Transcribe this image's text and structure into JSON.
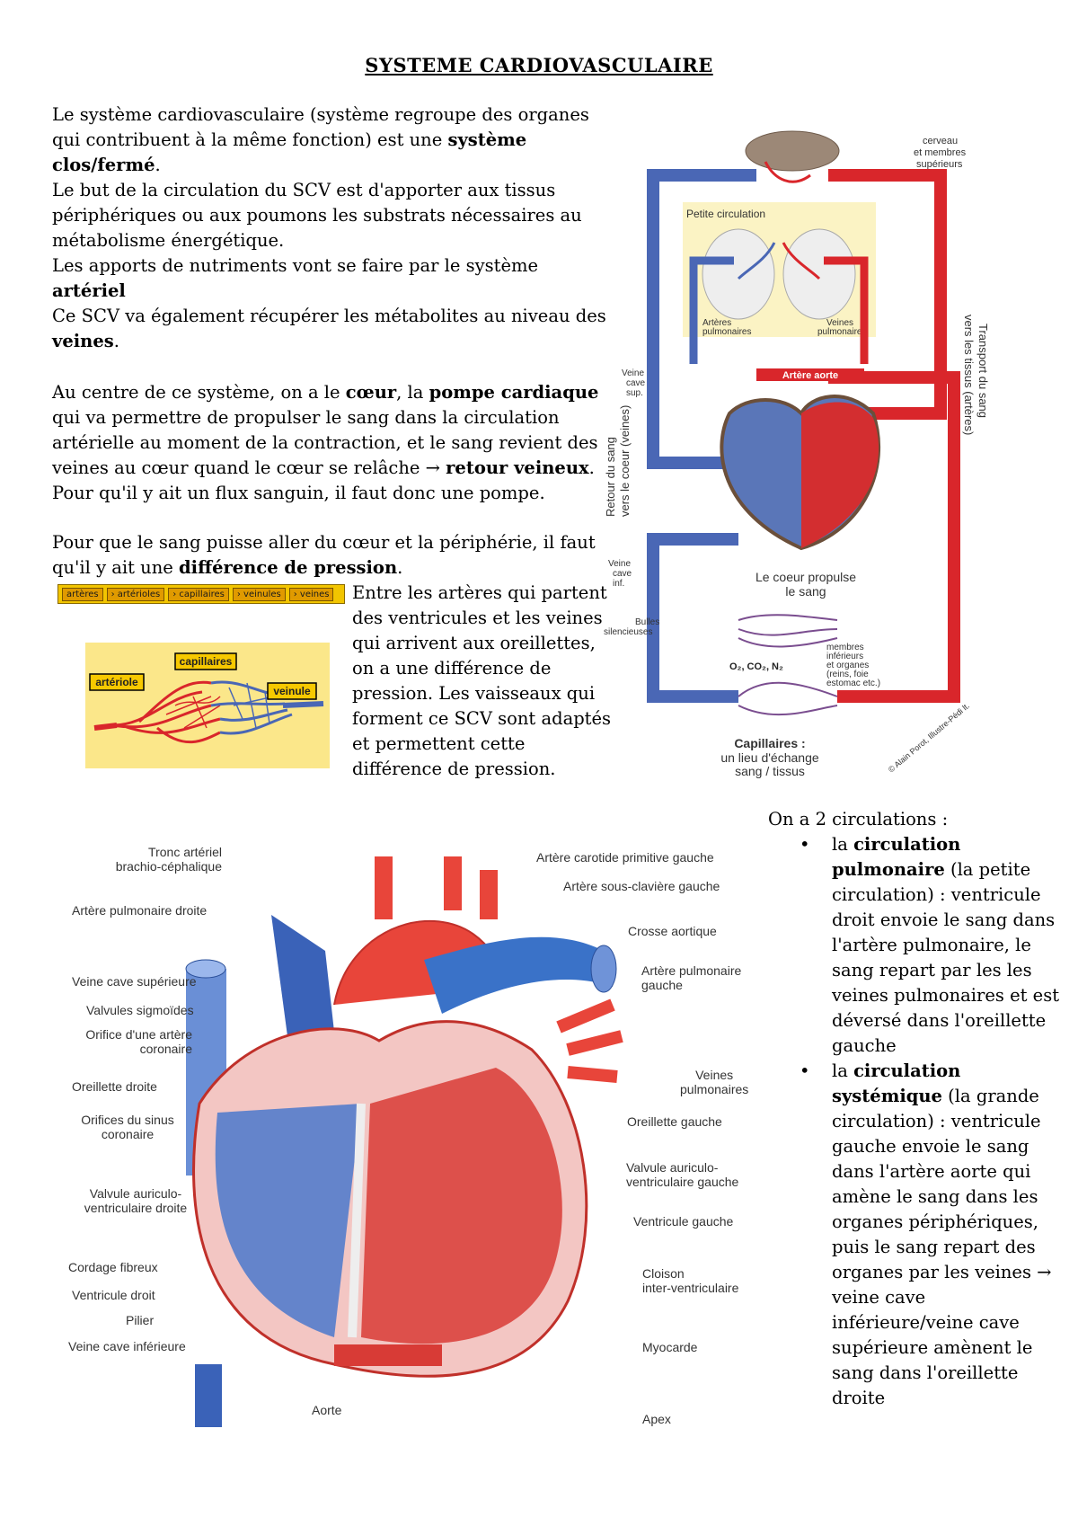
{
  "title": "SYSTEME CARDIOVASCULAIRE",
  "intro": {
    "p1_a": "Le système cardiovasculaire (système regroupe des organes qui contribuent à la même fonction) est une ",
    "p1_b": "système clos/fermé",
    "p1_c": ".",
    "p2": "Le but de la circulation du SCV est d'apporter aux tissus périphériques ou aux poumons les substrats nécessaires au métabolisme énergétique.",
    "p3_a": "Les apports de nutriments vont se faire par le système ",
    "p3_b": "artériel",
    "p4_a": "Ce SCV va également récupérer les métabolites au niveau des ",
    "p4_b": "veines",
    "p4_c": "."
  },
  "center": {
    "a": "Au centre de ce système, on a le ",
    "b": "cœur",
    "c": ", la ",
    "d": "pompe cardiaque",
    "e": " qui va permettre de propulser le sang dans la circulation artérielle au moment de la contraction, et le sang revient des veines au cœur quand le cœur se relâche → ",
    "f": "retour veineux",
    "g": ".",
    "h": "Pour qu'il y ait un flux sanguin, il faut donc une pompe."
  },
  "pressure": {
    "a": "Pour que le sang puisse aller du cœur et la périphérie, il faut qu'il y ait une ",
    "b": "différence de pression",
    "c": ".",
    "side": "Entre les artères qui partent des ventricules et les veines qui arrivent aux oreillettes, on a une différence de pression. Les vaisseaux qui forment ce SCV sont adaptés et permettent cette différence de pression."
  },
  "flow_labels": [
    "artères",
    "› artérioles",
    "› capillaires",
    "› veinules",
    "› veines"
  ],
  "capillary_fig": {
    "capillaires": "capillaires",
    "arteriole": "artériole",
    "veinule": "veinule"
  },
  "circuit_fig": {
    "cerveau": "cerveau",
    "membres_sup": "et membres",
    "membres_sup2": "supérieurs",
    "petite": "Petite circulation",
    "arteres_pulm": "Artères",
    "arteres_pulm2": "pulmonaires",
    "veines_pulm": "Veines",
    "veines_pulm2": "pulmonaires",
    "aorte": "Artère aorte",
    "veine_cave_sup": "Veine",
    "veine_cave_sup2": "cave",
    "veine_cave_sup3": "sup.",
    "veine_cave_inf": "Veine",
    "veine_cave_inf2": "cave",
    "veine_cave_inf3": "inf.",
    "retour": "Retour du sang",
    "retour2": "vers le coeur (veines)",
    "transport": "Transport du sang",
    "transport2": "vers les tissus (artères)",
    "propulse": "Le coeur propulse",
    "propulse2": "le sang",
    "bulles": "Bulles",
    "bulles2": "silencieuses",
    "membres_inf": "membres",
    "membres_inf2": "inférieurs",
    "membres_inf3": "et organes",
    "membres_inf4": "(reins, foie",
    "membres_inf5": "estomac etc.)",
    "gases": "O₂, CO₂, N₂",
    "capillaires": "Capillaires :",
    "capillaires2": "un lieu d'échange",
    "capillaires3": "sang / tissus",
    "credit": "© Alain Porot, Illustre-Pédi lt."
  },
  "heart_fig": {
    "left": [
      "Tronc artériel",
      "brachio-céphalique",
      "Artère pulmonaire droite",
      "Veine cave supérieure",
      "Valvules sigmoïdes",
      "Orifice d'une artère",
      "coronaire",
      "Oreillette droite",
      "Orifices du sinus",
      "coronaire",
      "Valvule auriculo-",
      "ventriculaire droite",
      "Cordage fibreux",
      "Ventricule droit",
      "Pilier",
      "Veine cave inférieure",
      "Aorte"
    ],
    "right": [
      "Artère carotide primitive gauche",
      "Artère sous-clavière gauche",
      "Crosse aortique",
      "Artère pulmonaire",
      "gauche",
      "Veines",
      "pulmonaires",
      "Oreillette gauche",
      "Valvule auriculo-",
      "ventriculaire gauche",
      "Ventricule gauche",
      "Cloison",
      "inter-ventriculaire",
      "Myocarde",
      "Apex"
    ]
  },
  "circulations": {
    "intro": "On a 2 circulations :",
    "pulm_a": "la ",
    "pulm_b": "circulation pulmonaire",
    "pulm_c": " (la petite circulation) : ventricule droit envoie le sang dans l'artère pulmonaire, le sang repart par les les veines pulmonaires et est déversé dans l'oreillette gauche",
    "sys_a": "la ",
    "sys_b": "circulation systémique",
    "sys_c": " (la grande circulation) : ventricule gauche envoie le sang dans l'artère aorte qui amène le sang dans les organes périphériques, puis le sang repart des organes par les veines → veine cave inférieure/veine cave supérieure amènent le sang dans l'oreillette droite"
  },
  "colors": {
    "artery": "#d9262b",
    "vein": "#4a67b5",
    "box": "#fbf3c4"
  }
}
